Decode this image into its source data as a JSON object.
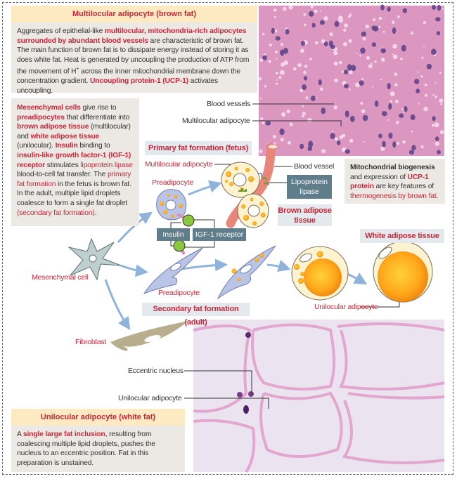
{
  "brown_fat_box": {
    "title": "Multilocular adipocyte (brown fat)",
    "segments": [
      {
        "text": "Aggregates of epithelial-like ",
        "style": ""
      },
      {
        "text": "multilocular, mitochondria-rich adipocytes surrounded by abundant blood vessels",
        "style": "rb"
      },
      {
        "text": " are characteristic of brown fat. The main function of brown fat is to dissipate energy instead of storing it as does white fat.  Heat is generated by uncoupling the production of ATP from the movement of H",
        "style": ""
      },
      {
        "text": "+",
        "style": "sup"
      },
      {
        "text": " across the inner mitochondrial membrane down the concentration gradient. ",
        "style": ""
      },
      {
        "text": "Uncoupling protein-1 (UCP-1)",
        "style": "rb"
      },
      {
        "text": " activates uncoupling.",
        "style": ""
      }
    ]
  },
  "mesenchymal_box": {
    "segments": [
      {
        "text": "Mesenchymal cells",
        "style": "rb"
      },
      {
        "text": " give rise to ",
        "style": ""
      },
      {
        "text": "preadipocytes",
        "style": "rb"
      },
      {
        "text": " that differentiate into ",
        "style": ""
      },
      {
        "text": "brown adipose tissue",
        "style": "rb"
      },
      {
        "text": " (multilocular) and  ",
        "style": ""
      },
      {
        "text": "white adipose tissue",
        "style": "rb"
      },
      {
        "text": " (unilocular). ",
        "style": ""
      },
      {
        "text": "Insulin",
        "style": "rb"
      },
      {
        "text": " binding to ",
        "style": ""
      },
      {
        "text": "insulin-like growth factor-1 (IGF-1) receptor",
        "style": "rb"
      },
      {
        "text": " stimulates ",
        "style": ""
      },
      {
        "text": "lipoprotein lipase",
        "style": "r"
      },
      {
        "text": " blood-to-cell fat transfer. The ",
        "style": ""
      },
      {
        "text": "primary fat formation",
        "style": "r"
      },
      {
        "text": " in the fetus is brown fat. In the adult, multiple lipid droplets coalesce to form a single fat droplet ",
        "style": ""
      },
      {
        "text": "(secondary fat formation)",
        "style": "r"
      },
      {
        "text": ".",
        "style": ""
      }
    ]
  },
  "mito_box": {
    "segments": [
      {
        "text": "Mitochondrial biogenesis",
        "style": "b"
      },
      {
        "text": " and expression of ",
        "style": ""
      },
      {
        "text": "UCP-1 protein",
        "style": "rb"
      },
      {
        "text": " are key features of ",
        "style": ""
      },
      {
        "text": "thermogenesis by brown fat.",
        "style": "r"
      }
    ]
  },
  "white_fat_box": {
    "title": "Unilocular adipocyte (white fat)",
    "segments": [
      {
        "text": "A ",
        "style": ""
      },
      {
        "text": "single large fat inclusion",
        "style": "rb"
      },
      {
        "text": ", resulting from coalescing multiple lipid droplets, pushes the nucleus to an eccentric position. Fat in this preparation is unstained.",
        "style": ""
      }
    ]
  },
  "labels": {
    "blood_vessels": "Blood vessels",
    "multilocular_adipocyte_micro": "Multilocular adipocyte",
    "primary_fat_formation": "Primary fat formation (fetus)",
    "multilocular_adipocyte": "Multilocular adipocyte",
    "preadipocyte_fetal": "Preadipocyte",
    "blood_vessel": "Blood vessel",
    "lipoprotein_lipase": "Lipoprotein lipase",
    "brown_adipose_tissue": "Brown adipose tissue",
    "insulin": "Insulin",
    "igf1_receptor": "IGF-1 receptor",
    "white_adipose_tissue": "White adipose tissue",
    "mesenchymal_cell": "Mesenchymal cell",
    "preadipocyte_adult": "Preadipocyte",
    "secondary_fat_formation": "Secondary fat formation (adult)",
    "unilocular_adipocyte": "Unilocular adipocyte",
    "fibroblast": "Fibroblast",
    "eccentric_nucleus": "Eccentric nucleus",
    "unilocular_adipocyte_micro": "Unilocular adipocyte"
  },
  "colors": {
    "accent_red": "#c8283a",
    "box_header": "#fde9c2",
    "box_body": "#ece9e4",
    "arrow": "#8fb3d9"
  }
}
